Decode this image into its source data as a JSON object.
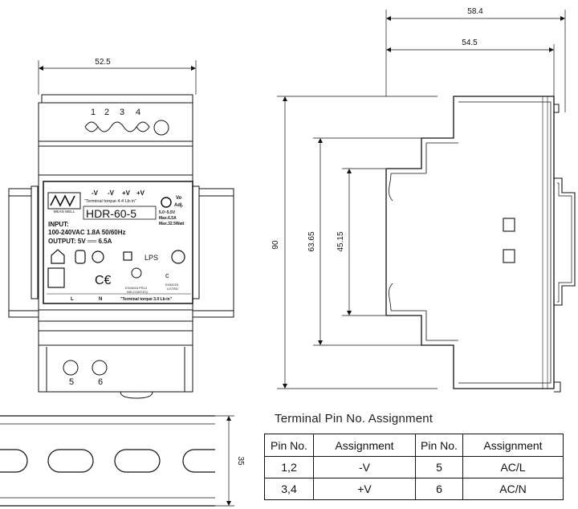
{
  "dimensions": {
    "front_width": "52.5",
    "side_total_width": "58.4",
    "side_body_width": "54.5",
    "height_total": "90",
    "height_step1": "63.65",
    "height_step2": "45.15",
    "rail_height": "35"
  },
  "terminals": {
    "top_numbers": [
      "1",
      "2",
      "3",
      "4"
    ],
    "bottom_numbers": [
      "5",
      "6"
    ]
  },
  "label": {
    "brand": "MEAN WELL",
    "pins_top": [
      "-V",
      "-V",
      "+V",
      "+V"
    ],
    "torque_top": "\"Terminal torque 4.4 Lb-in\"",
    "vo_label": "Vo",
    "adj_label": "Adj.",
    "model": "HDR-60-5",
    "range_lines": [
      "5.0~5.5V",
      "Max.6.5A",
      "Max.32.5Watt"
    ],
    "input_title": "INPUT:",
    "input_value": "100-240VAC 1.8A 50/60Hz",
    "output_line": "OUTPUT: 5V ══ 6.5A",
    "lps": "LPS",
    "cert_text_1": "E315615 PS13",
    "cert_text_2": "IND.CONT.EQ.",
    "cert_text_3": "E183223",
    "cert_text_4": "LISTED",
    "bottom_l": "L",
    "bottom_n": "N",
    "torque_bottom": "\"Terminal torque 3.0 Lb-in\""
  },
  "pin_table": {
    "title": "Terminal Pin No.  Assignment",
    "headers": [
      "Pin No.",
      "Assignment",
      "Pin No.",
      "Assignment"
    ],
    "rows": [
      [
        "1,2",
        "-V",
        "5",
        "AC/L"
      ],
      [
        "3,4",
        "+V",
        "6",
        "AC/N"
      ]
    ]
  }
}
